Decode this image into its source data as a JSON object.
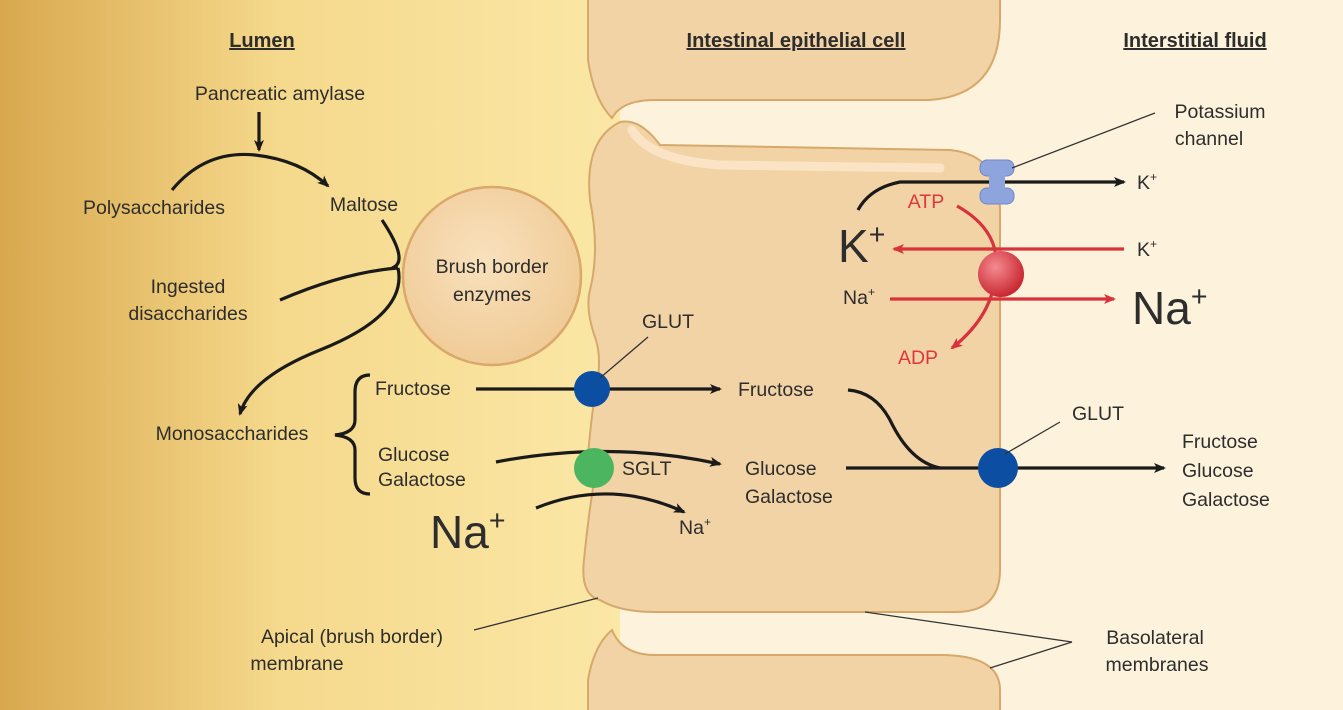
{
  "headers": {
    "lumen": "Lumen",
    "cell": "Intestinal epithelial cell",
    "interstitial": "Interstitial fluid"
  },
  "labels": {
    "pancreatic_amylase": "Pancreatic amylase",
    "polysaccharides": "Polysaccharides",
    "maltose": "Maltose",
    "ingested_1": "Ingested",
    "ingested_2": "disaccharides",
    "brush_1": "Brush border",
    "brush_2": "enzymes",
    "monosaccharides": "Monosaccharides",
    "fructose_lumen": "Fructose",
    "glucose_lumen": "Glucose",
    "galactose_lumen": "Galactose",
    "glut_apical": "GLUT",
    "sglt": "SGLT",
    "fructose_cell": "Fructose",
    "glucose_cell": "Glucose",
    "galactose_cell": "Galactose",
    "glut_basolateral": "GLUT",
    "fructose_out": "Fructose",
    "glucose_out": "Glucose",
    "galactose_out": "Galactose",
    "potassium_1": "Potassium",
    "potassium_2": "channel",
    "k_base": "K",
    "na_base": "Na",
    "plus": "+",
    "atp": "ATP",
    "adp": "ADP",
    "apical_1": "Apical (brush border)",
    "apical_2": "membrane",
    "baso_1": "Basolateral",
    "baso_2": "membranes"
  },
  "colors": {
    "lumen_dark": "#d9a84e",
    "lumen_light": "#fbe7a6",
    "interstitial": "#fdf3dc",
    "cell_fill": "#f2d3a6",
    "cell_stroke": "#d7a86a",
    "glut": "#0b4ea2",
    "sglt": "#4cb560",
    "pump": "#d8323b",
    "k_channel": "#8da4dd",
    "red_text": "#e0363f"
  }
}
